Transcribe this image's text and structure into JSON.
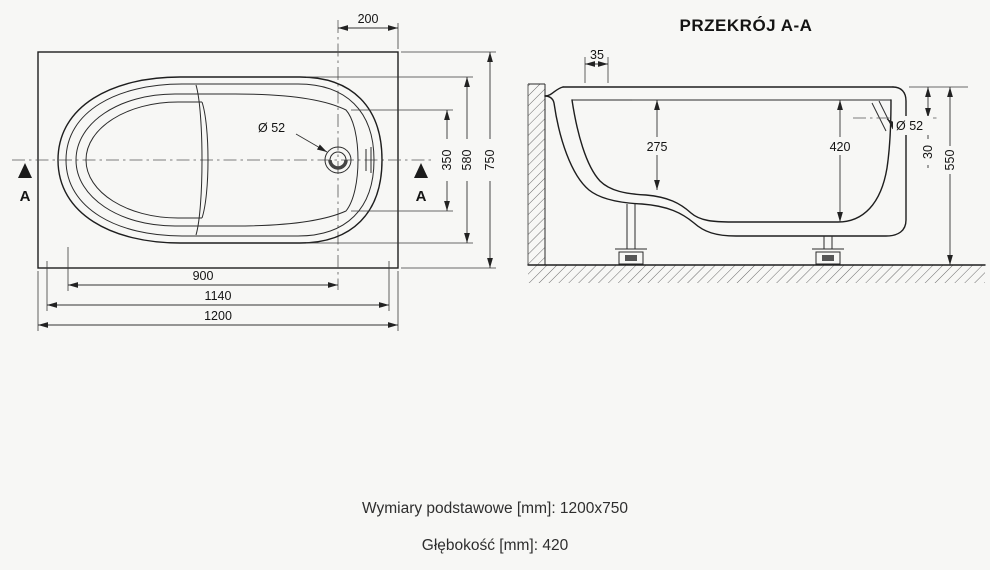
{
  "title": "PRZEKRÓJ A-A",
  "top_view": {
    "section_marker": "A",
    "dims": {
      "top_width": "200",
      "drain_diameter": "Ø 52",
      "inner_width": "350",
      "mid_width": "580",
      "total_width": "750",
      "drain_distance": "900",
      "inner_length": "1140",
      "total_length": "1200"
    }
  },
  "section_view": {
    "dims": {
      "rim_width": "35",
      "seat_depth": "275",
      "depth": "420",
      "overflow_diameter": "Ø 52",
      "rim_offset": "30",
      "total_height": "550"
    }
  },
  "footer": {
    "line1": "Wymiary podstawowe [mm]: 1200x750",
    "line2": "Głębokość [mm]: 420"
  },
  "colors": {
    "background": "#f7f7f5",
    "line": "#1e1e1e"
  }
}
